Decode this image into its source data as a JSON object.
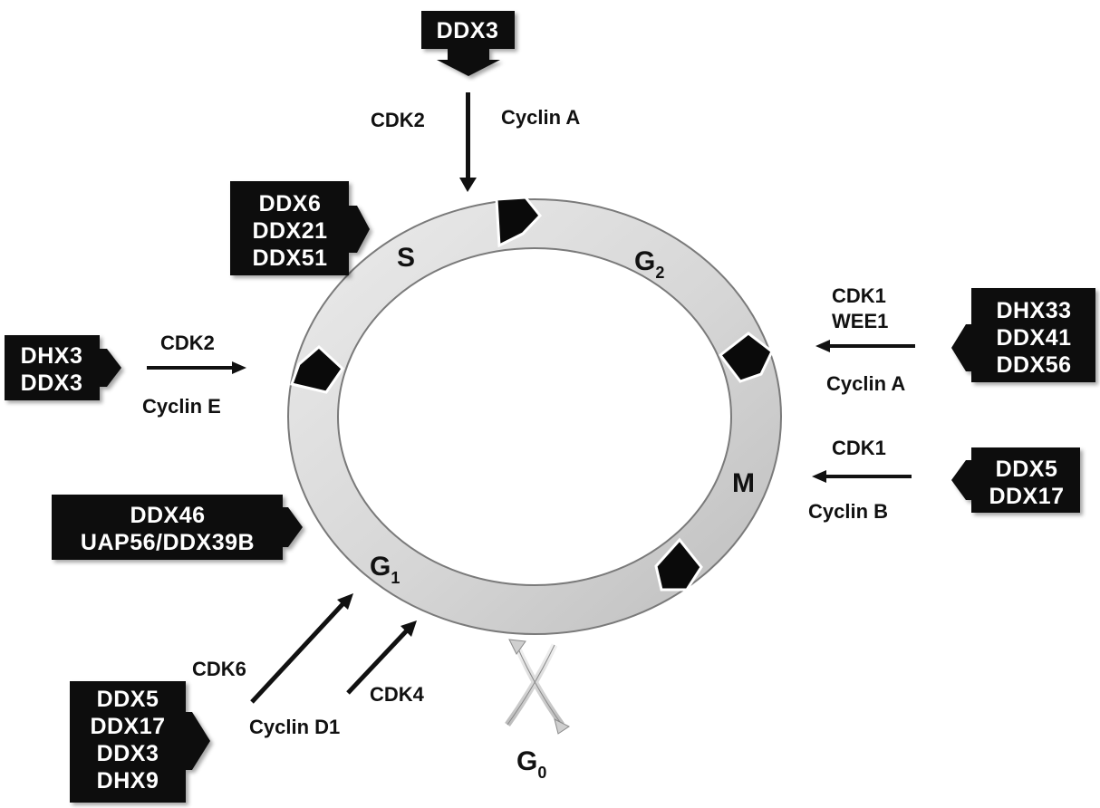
{
  "phases": {
    "s": "S",
    "g2_base": "G",
    "g2_sub": "2",
    "m": "M",
    "g1_base": "G",
    "g1_sub": "1",
    "g0_base": "G",
    "g0_sub": "0"
  },
  "regulator_boxes": {
    "top": [
      "DDX3"
    ],
    "s_phase": [
      "DDX6",
      "DDX21",
      "DDX51"
    ],
    "g1_s": [
      "DHX3",
      "DDX3"
    ],
    "g1": [
      "DDX46",
      "UAP56/DDX39B"
    ],
    "g1_lower": [
      "DDX5",
      "DDX17",
      "DDX3",
      "DHX9"
    ],
    "g2_m": [
      "DHX33",
      "DDX41",
      "DDX56"
    ],
    "m": [
      "DDX5",
      "DDX17"
    ]
  },
  "labels": {
    "top_cdk": "CDK2",
    "top_cyclin": "Cyclin A",
    "g1s_cdk": "CDK2",
    "g1s_cyclin": "Cyclin E",
    "g2m_cdk": "CDK1",
    "g2m_wee": "WEE1",
    "g2m_cyclin": "Cyclin A",
    "m_cdk": "CDK1",
    "m_cyclin": "Cyclin B",
    "g1_cdk6": "CDK6",
    "g1_cdk4": "CDK4",
    "g1_cyclin": "Cyclin D1"
  },
  "colors": {
    "box_fill": "#0c0c0c",
    "box_text": "#ffffff",
    "ring_light": "#e6e6e6",
    "ring_dark": "#c4c4c4",
    "arrow": "#111111"
  }
}
